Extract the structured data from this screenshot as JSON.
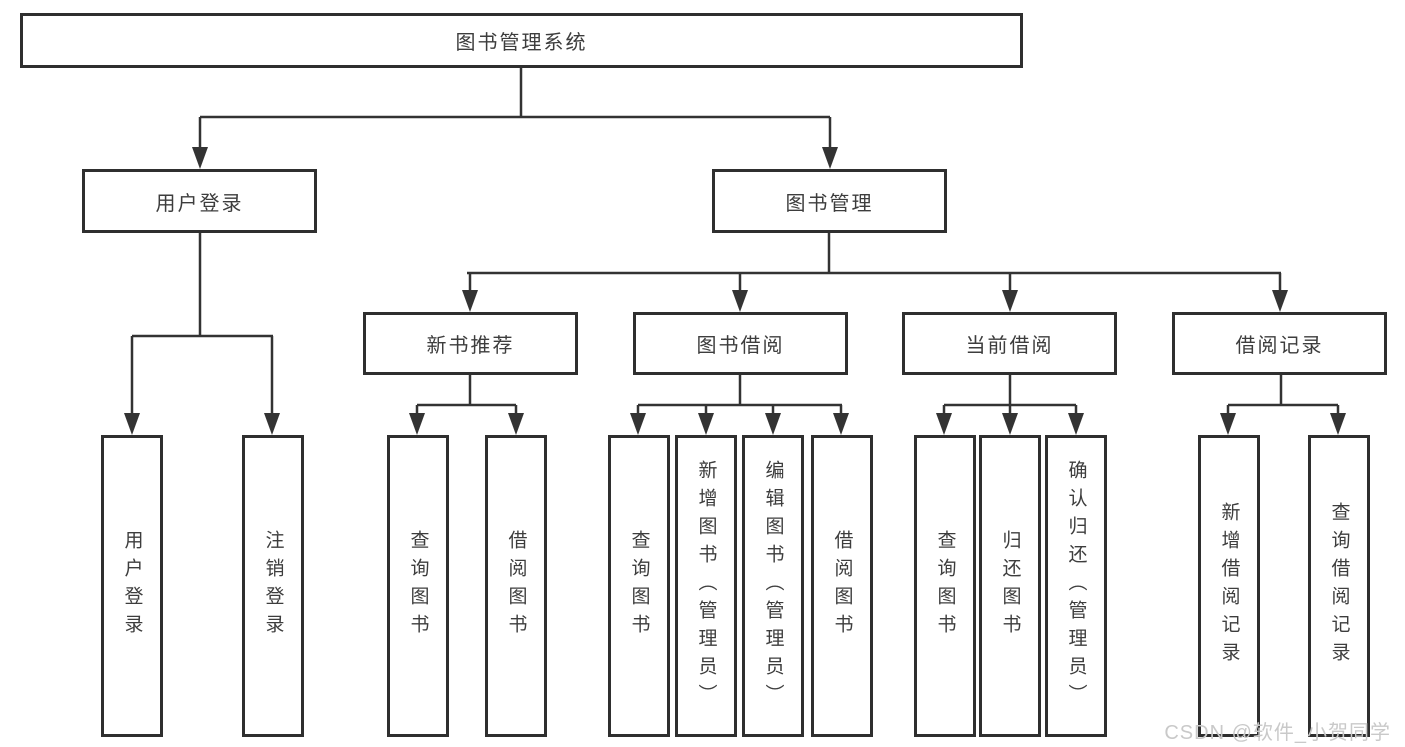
{
  "diagram": {
    "root": "图书管理系统",
    "level2": [
      "用户登录",
      "图书管理"
    ],
    "level3": [
      "新书推荐",
      "图书借阅",
      "当前借阅",
      "借阅记录"
    ],
    "leaves": {
      "user_login": [
        "用户登录",
        "注销登录"
      ],
      "new_books": [
        "查询图书",
        "借阅图书"
      ],
      "book_borrow": [
        "查询图书",
        "新增图书（管理员）",
        "编辑图书（管理员）",
        "借阅图书"
      ],
      "current_borrow": [
        "查询图书",
        "归还图书",
        "确认归还（管理员）"
      ],
      "borrow_records": [
        "新增借阅记录",
        "查询借阅记录"
      ]
    },
    "watermark": "CSDN @软件_小贺同学",
    "colors": {
      "line": "#333333",
      "border": "#2f2f2f",
      "text": "#3d3d3d",
      "watermark": "#c9c9c9",
      "background": "#ffffff"
    }
  }
}
